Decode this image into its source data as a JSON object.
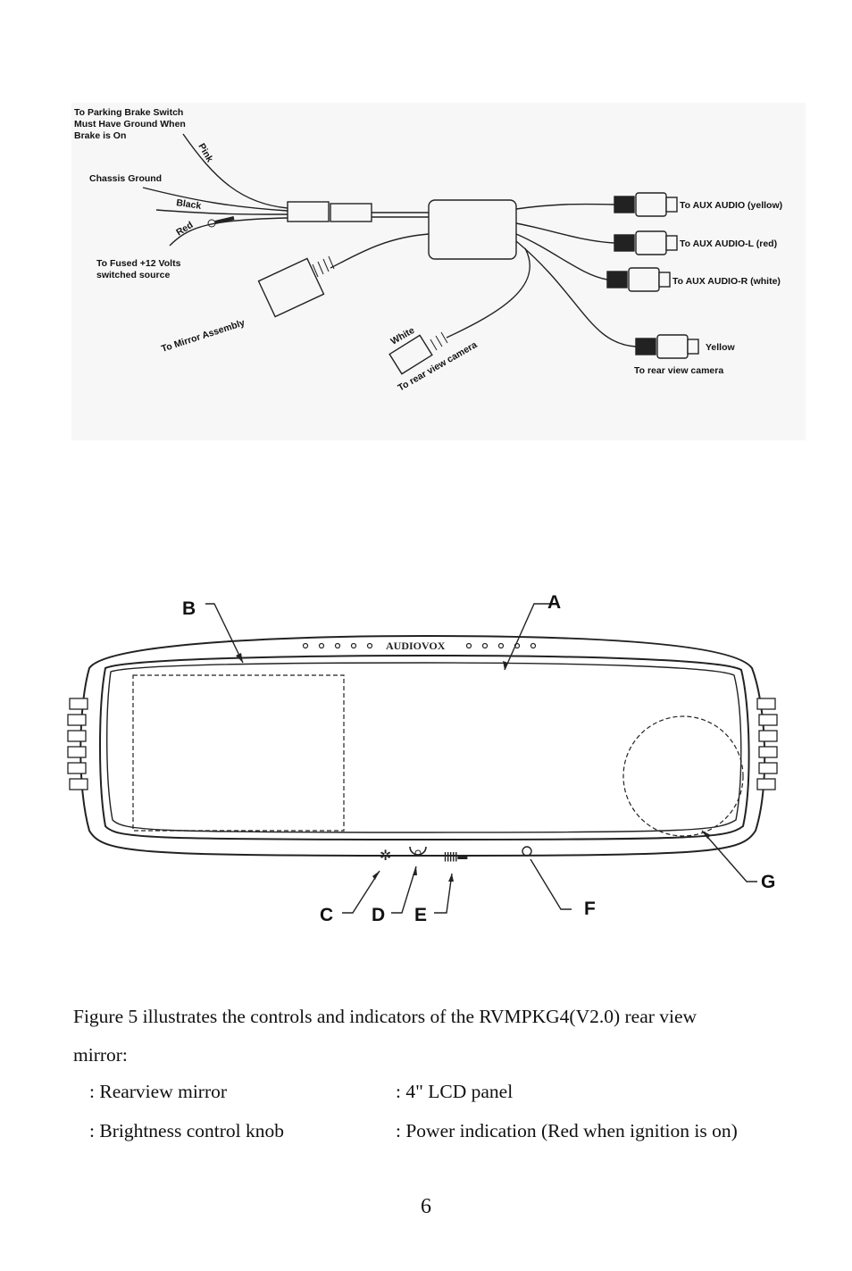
{
  "wiring_diagram": {
    "labels": {
      "parking_brake_1": "To Parking Brake Switch",
      "parking_brake_2": "Must Have Ground When",
      "parking_brake_3": "Brake is On",
      "pink": "Pink",
      "chassis_ground": "Chassis Ground",
      "black": "Black",
      "red": "Red",
      "fused_1": "To Fused +12 Volts",
      "fused_2": "switched source",
      "mirror_assembly": "To Mirror Assembly",
      "white": "White",
      "rear_cam_left": "To rear view camera",
      "aux_audio_yellow": "To AUX AUDIO (yellow)",
      "aux_audio_l": "To AUX AUDIO-L (red)",
      "aux_audio_r": "To AUX AUDIO-R (white)",
      "yellow": "Yellow",
      "rear_cam_right": "To rear view camera"
    }
  },
  "mirror_diagram": {
    "brand": "AUDIOVOX",
    "callouts": {
      "a": "A",
      "b": "B",
      "c": "C",
      "d": "D",
      "e": "E",
      "f": "F",
      "g": "G"
    }
  },
  "caption": {
    "line1": "Figure 5 illustrates the controls and indicators of the RVMPKG4(V2.0) rear view",
    "line2": "mirror:",
    "items": [
      {
        "left": ": Rearview mirror",
        "right": ": 4\" LCD panel"
      },
      {
        "left": ": Brightness control  knob",
        "right": ": Power indication (Red when ignition is on)"
      }
    ]
  },
  "page_number": "6"
}
